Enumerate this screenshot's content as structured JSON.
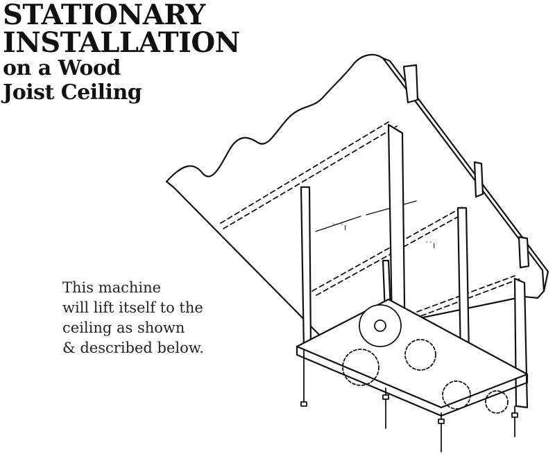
{
  "title": {
    "line1": "STATIONARY",
    "line2": "INSTALLATION",
    "line3": "on a Wood",
    "line4": "Joist Ceiling"
  },
  "caption": {
    "line1": "This machine",
    "line2": "will lift itself to the",
    "line3": "ceiling as shown",
    "line4": "& described below."
  },
  "annotations": {
    "joist_mark_1": "˙˙˙ı",
    "joist_mark_2": "˙˙ı"
  }
}
